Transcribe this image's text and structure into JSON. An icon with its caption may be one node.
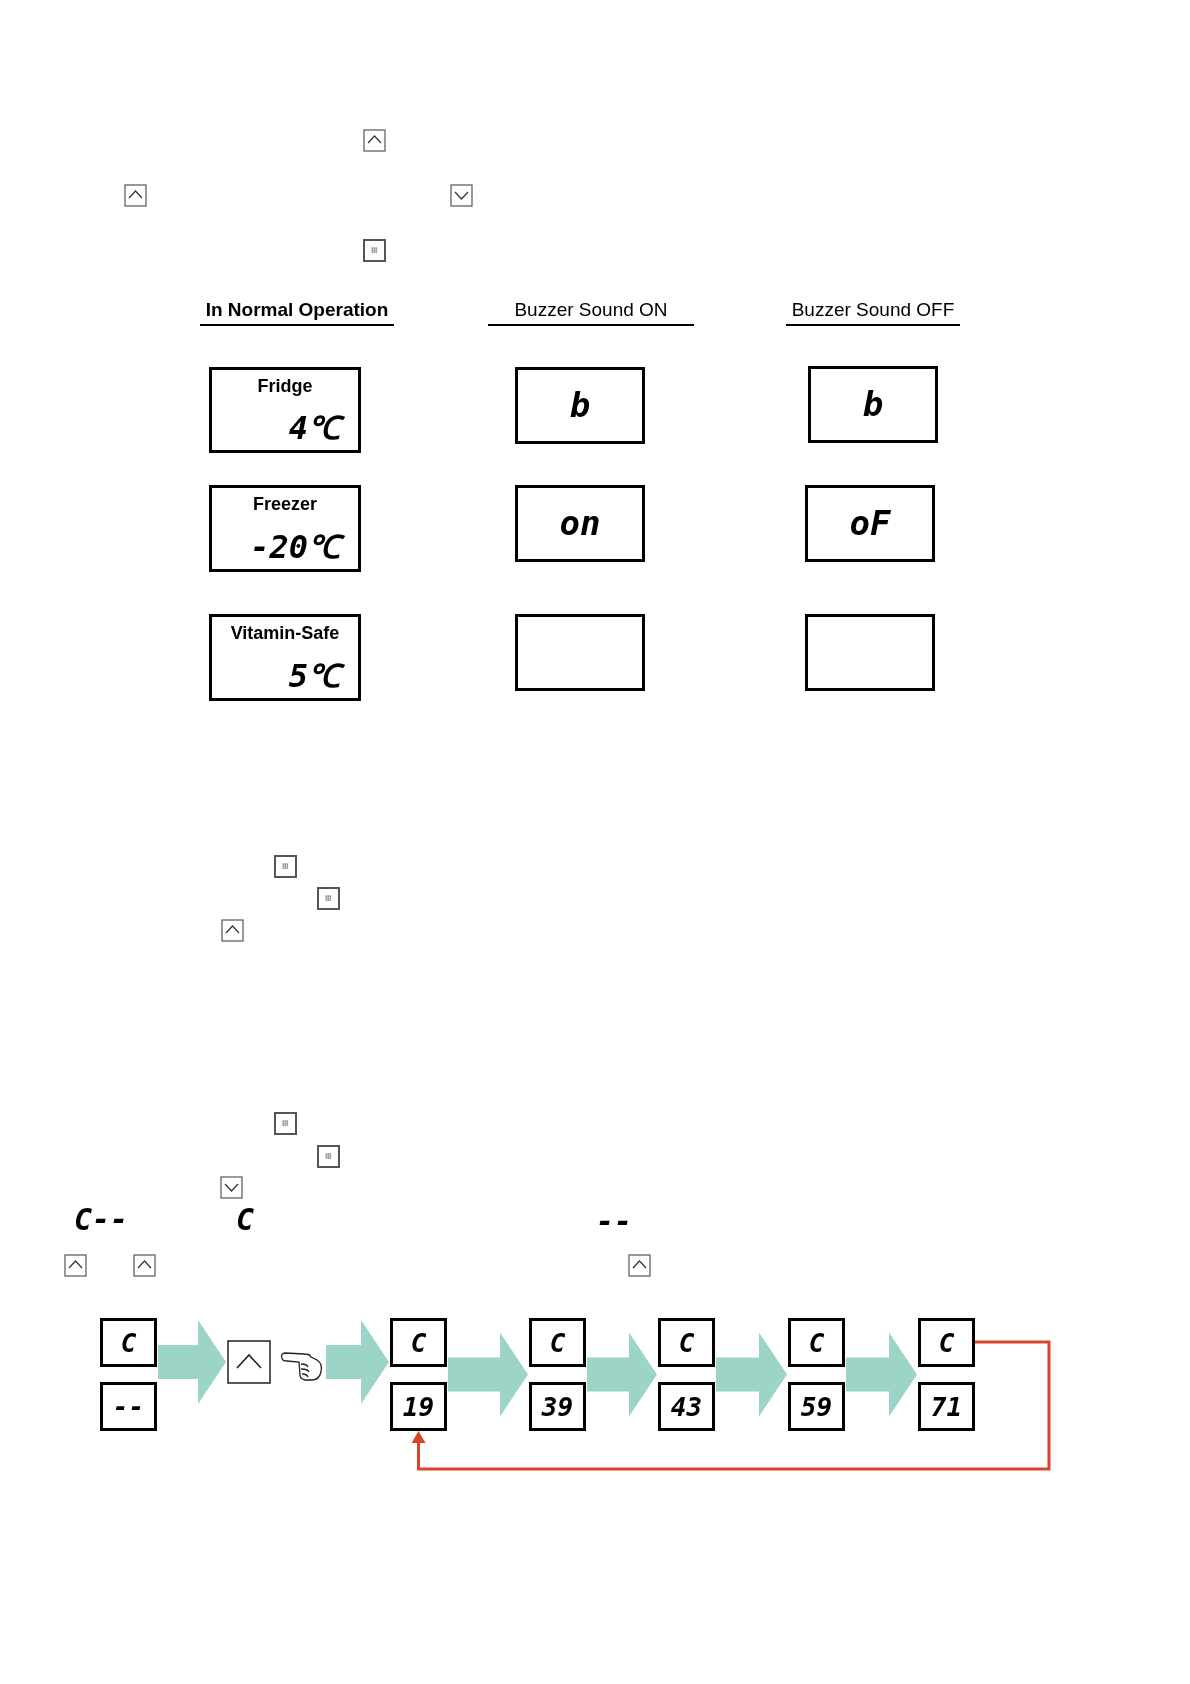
{
  "diagram": {
    "nodes": [
      {
        "text": [
          "Fridge",
          "4℃"
        ]
      },
      {
        "text": [
          "b"
        ]
      },
      {
        "text": [
          "b"
        ]
      },
      {
        "text": [
          "Freezer",
          "-20℃"
        ]
      },
      {
        "text": [
          "on"
        ]
      },
      {
        "text": [
          "oF"
        ]
      },
      {
        "text": [
          "Vitamin-Safe",
          "5℃"
        ]
      },
      {
        "text": [],
        "shape": "box"
      },
      {
        "text": [],
        "shape": "box"
      },
      {
        "text": [
          "C",
          "--"
        ]
      },
      {
        "text": [],
        "shape": "box"
      },
      {
        "text": [
          "C",
          "19"
        ]
      },
      {
        "text": [
          "C",
          "39"
        ]
      },
      {
        "text": [
          "C",
          "43"
        ]
      },
      {
        "text": [
          "C",
          "59"
        ]
      },
      {
        "text": [
          "C",
          "71"
        ]
      }
    ],
    "edges": [
      {
        "from": 9,
        "to": 10,
        "arrow": "to"
      },
      {
        "from": 10,
        "to": 11,
        "arrow": "to"
      },
      {
        "from": 11,
        "to": 12,
        "arrow": "to"
      },
      {
        "from": 12,
        "to": 13,
        "arrow": "to"
      },
      {
        "from": 13,
        "to": 14,
        "arrow": "to"
      },
      {
        "from": 14,
        "to": 15,
        "arrow": "to"
      },
      {
        "from": 15,
        "to": 11,
        "arrow": "to",
        "color": "#d9452b"
      }
    ],
    "labels": [
      "In Normal Operation",
      "Buzzer Sound ON",
      "Buzzer Sound OFF",
      "C--",
      "C",
      "--"
    ]
  }
}
